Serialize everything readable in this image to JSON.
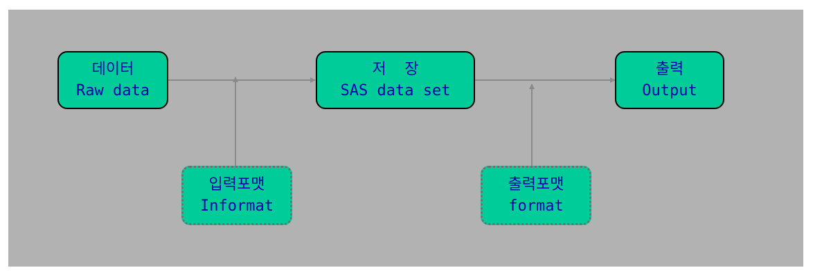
{
  "diagram": {
    "nodes": {
      "raw_data": {
        "line1": "데이터",
        "line2": "Raw data"
      },
      "sas_data_set": {
        "line1": "저  장",
        "line2": "SAS data set"
      },
      "output": {
        "line1": "출력",
        "line2": "Output"
      },
      "informat": {
        "line1": "입력포맷",
        "line2": "Informat"
      },
      "format": {
        "line1": "출력포맷",
        "line2": "format"
      }
    },
    "colors": {
      "background": "#b2b2b2",
      "node_fill": "#00cc99",
      "text": "#0000a8",
      "connector": "#8a8a8a"
    }
  }
}
